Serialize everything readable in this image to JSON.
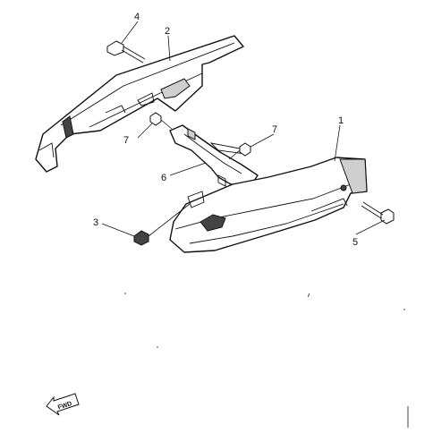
{
  "callouts": [
    "1",
    "2",
    "3",
    "4",
    "5",
    "6",
    "7",
    "7"
  ],
  "fwd_label": "FWD"
}
